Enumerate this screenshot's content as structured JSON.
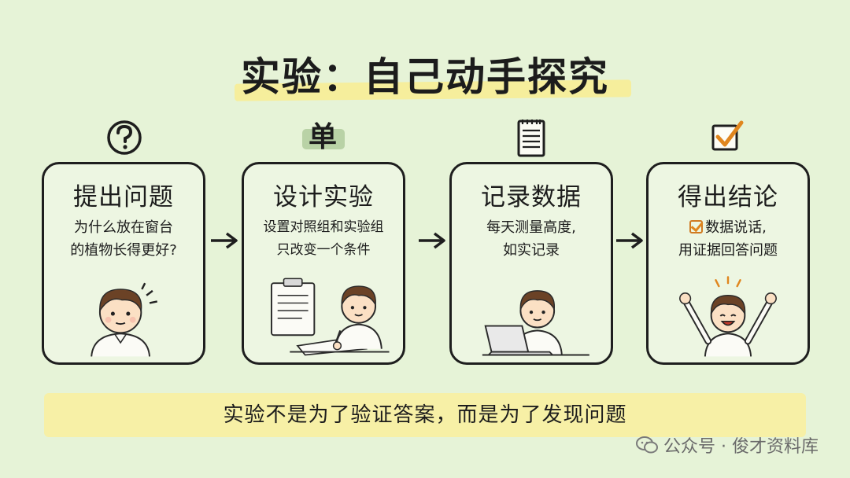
{
  "title": "实验：自己动手探究",
  "steps": [
    {
      "icon": "question-circle-icon",
      "badge": "",
      "title": "提出问题",
      "desc": [
        "为什么放在窗台",
        "的植物长得更好?"
      ],
      "art": "boy-thinking"
    },
    {
      "icon": "",
      "badge": "单",
      "title": "设计实验",
      "desc": [
        "设置对照组和实验组",
        "只改变一个条件"
      ],
      "art": "boy-writing-clipboard"
    },
    {
      "icon": "notepad-icon",
      "badge": "",
      "title": "记录数据",
      "desc": [
        "每天测量高度,",
        "如实记录"
      ],
      "art": "boy-laptop"
    },
    {
      "icon": "checkbox-icon",
      "badge": "",
      "title": "得出结论",
      "desc": [
        "数据说话,",
        "用证据回答问题"
      ],
      "art": "boy-cheering"
    }
  ],
  "banner": "实验不是为了验证答案，而是为了发现问题",
  "watermark": "公众号 · 俊才资料库",
  "colors": {
    "background": "#e6f3d7",
    "highlight": "#f7f0a6",
    "check": "#e0861e",
    "border": "#1e1e1e"
  }
}
